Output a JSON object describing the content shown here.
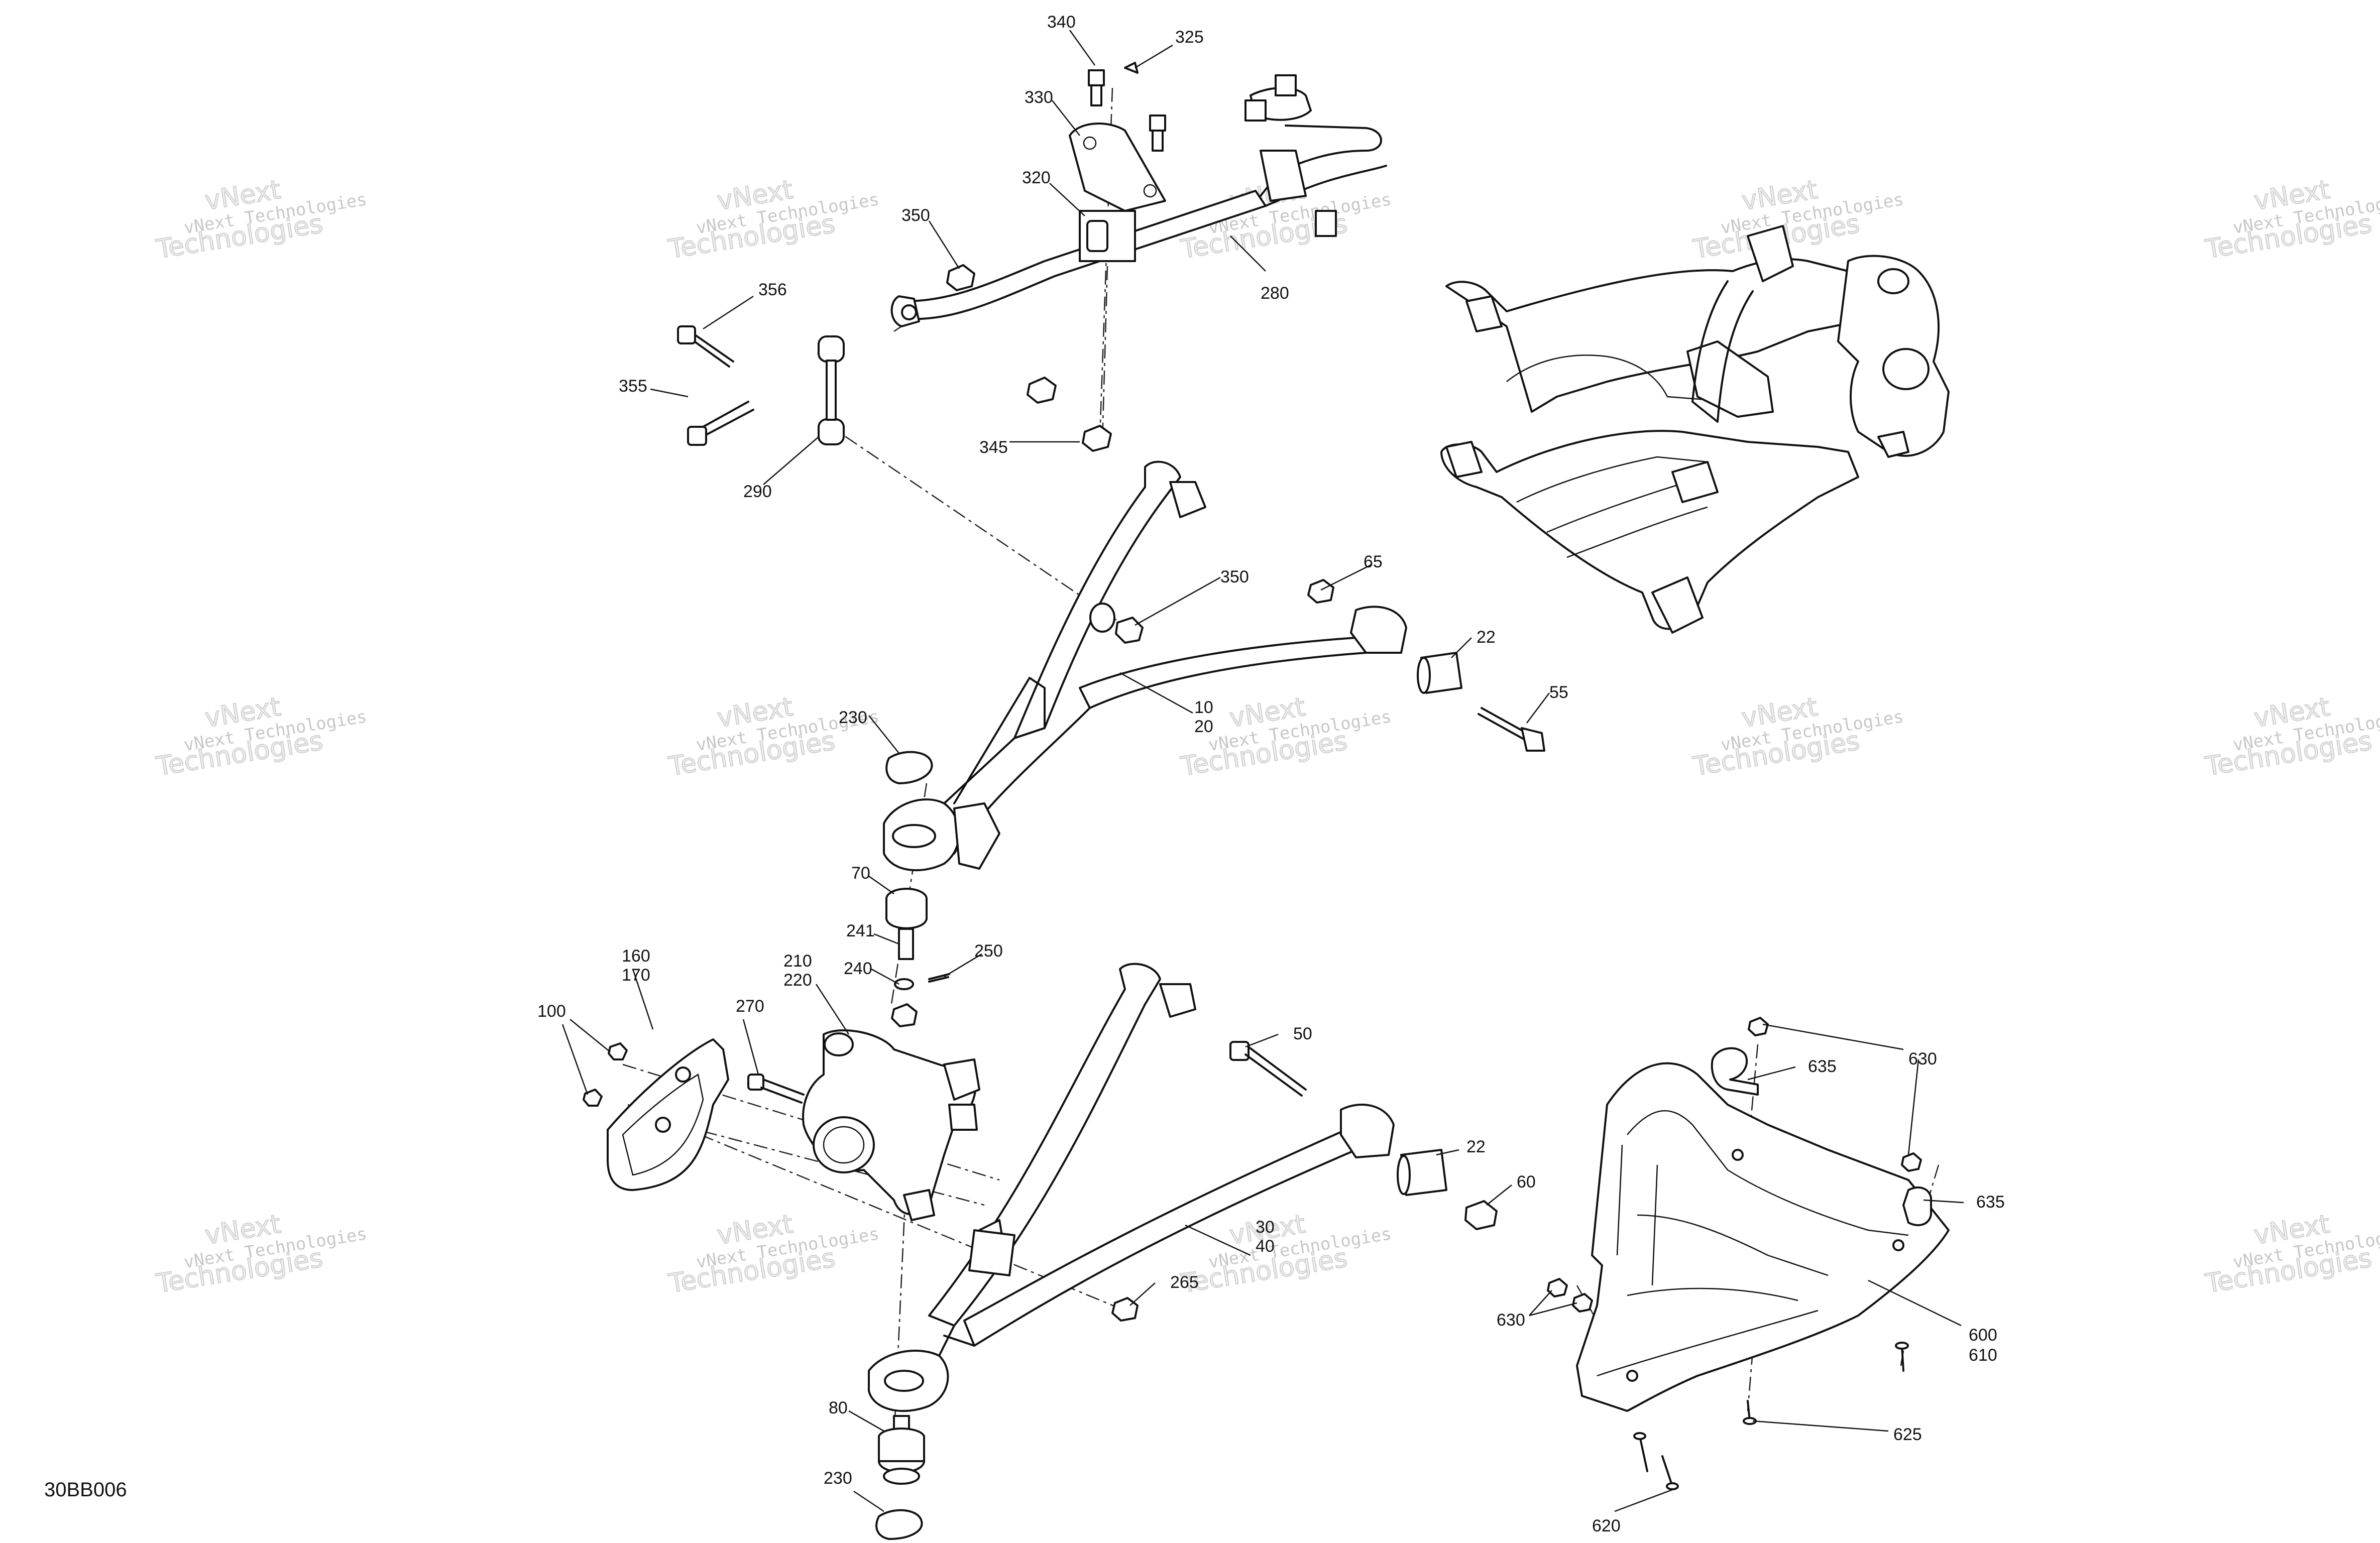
{
  "diagram_code": "30BB006",
  "watermark": {
    "line1": "vNext Technologies",
    "line2": "vNext",
    "line3": "Technologies"
  },
  "callouts": {
    "c340": "340",
    "c325": "325",
    "c330": "330",
    "c320": "320",
    "c350a": "350",
    "c356": "356",
    "c355": "355",
    "c290": "290",
    "c345": "345",
    "c280": "280",
    "c350b": "350",
    "c65": "65",
    "c22a": "22",
    "c55": "55",
    "c10": "10",
    "c20": "20",
    "c230a": "230",
    "c70": "70",
    "c241": "241",
    "c250": "250",
    "c240": "240",
    "c210": "210",
    "c220": "220",
    "c160": "160",
    "c170": "170",
    "c100": "100",
    "c270": "270",
    "c50": "50",
    "c22b": "22",
    "c60": "60",
    "c30": "30",
    "c40": "40",
    "c265": "265",
    "c80": "80",
    "c230b": "230",
    "c630a": "630",
    "c635a": "635",
    "c635b": "635",
    "c630b": "630",
    "c600": "600",
    "c610": "610",
    "c625": "625",
    "c620": "620"
  }
}
